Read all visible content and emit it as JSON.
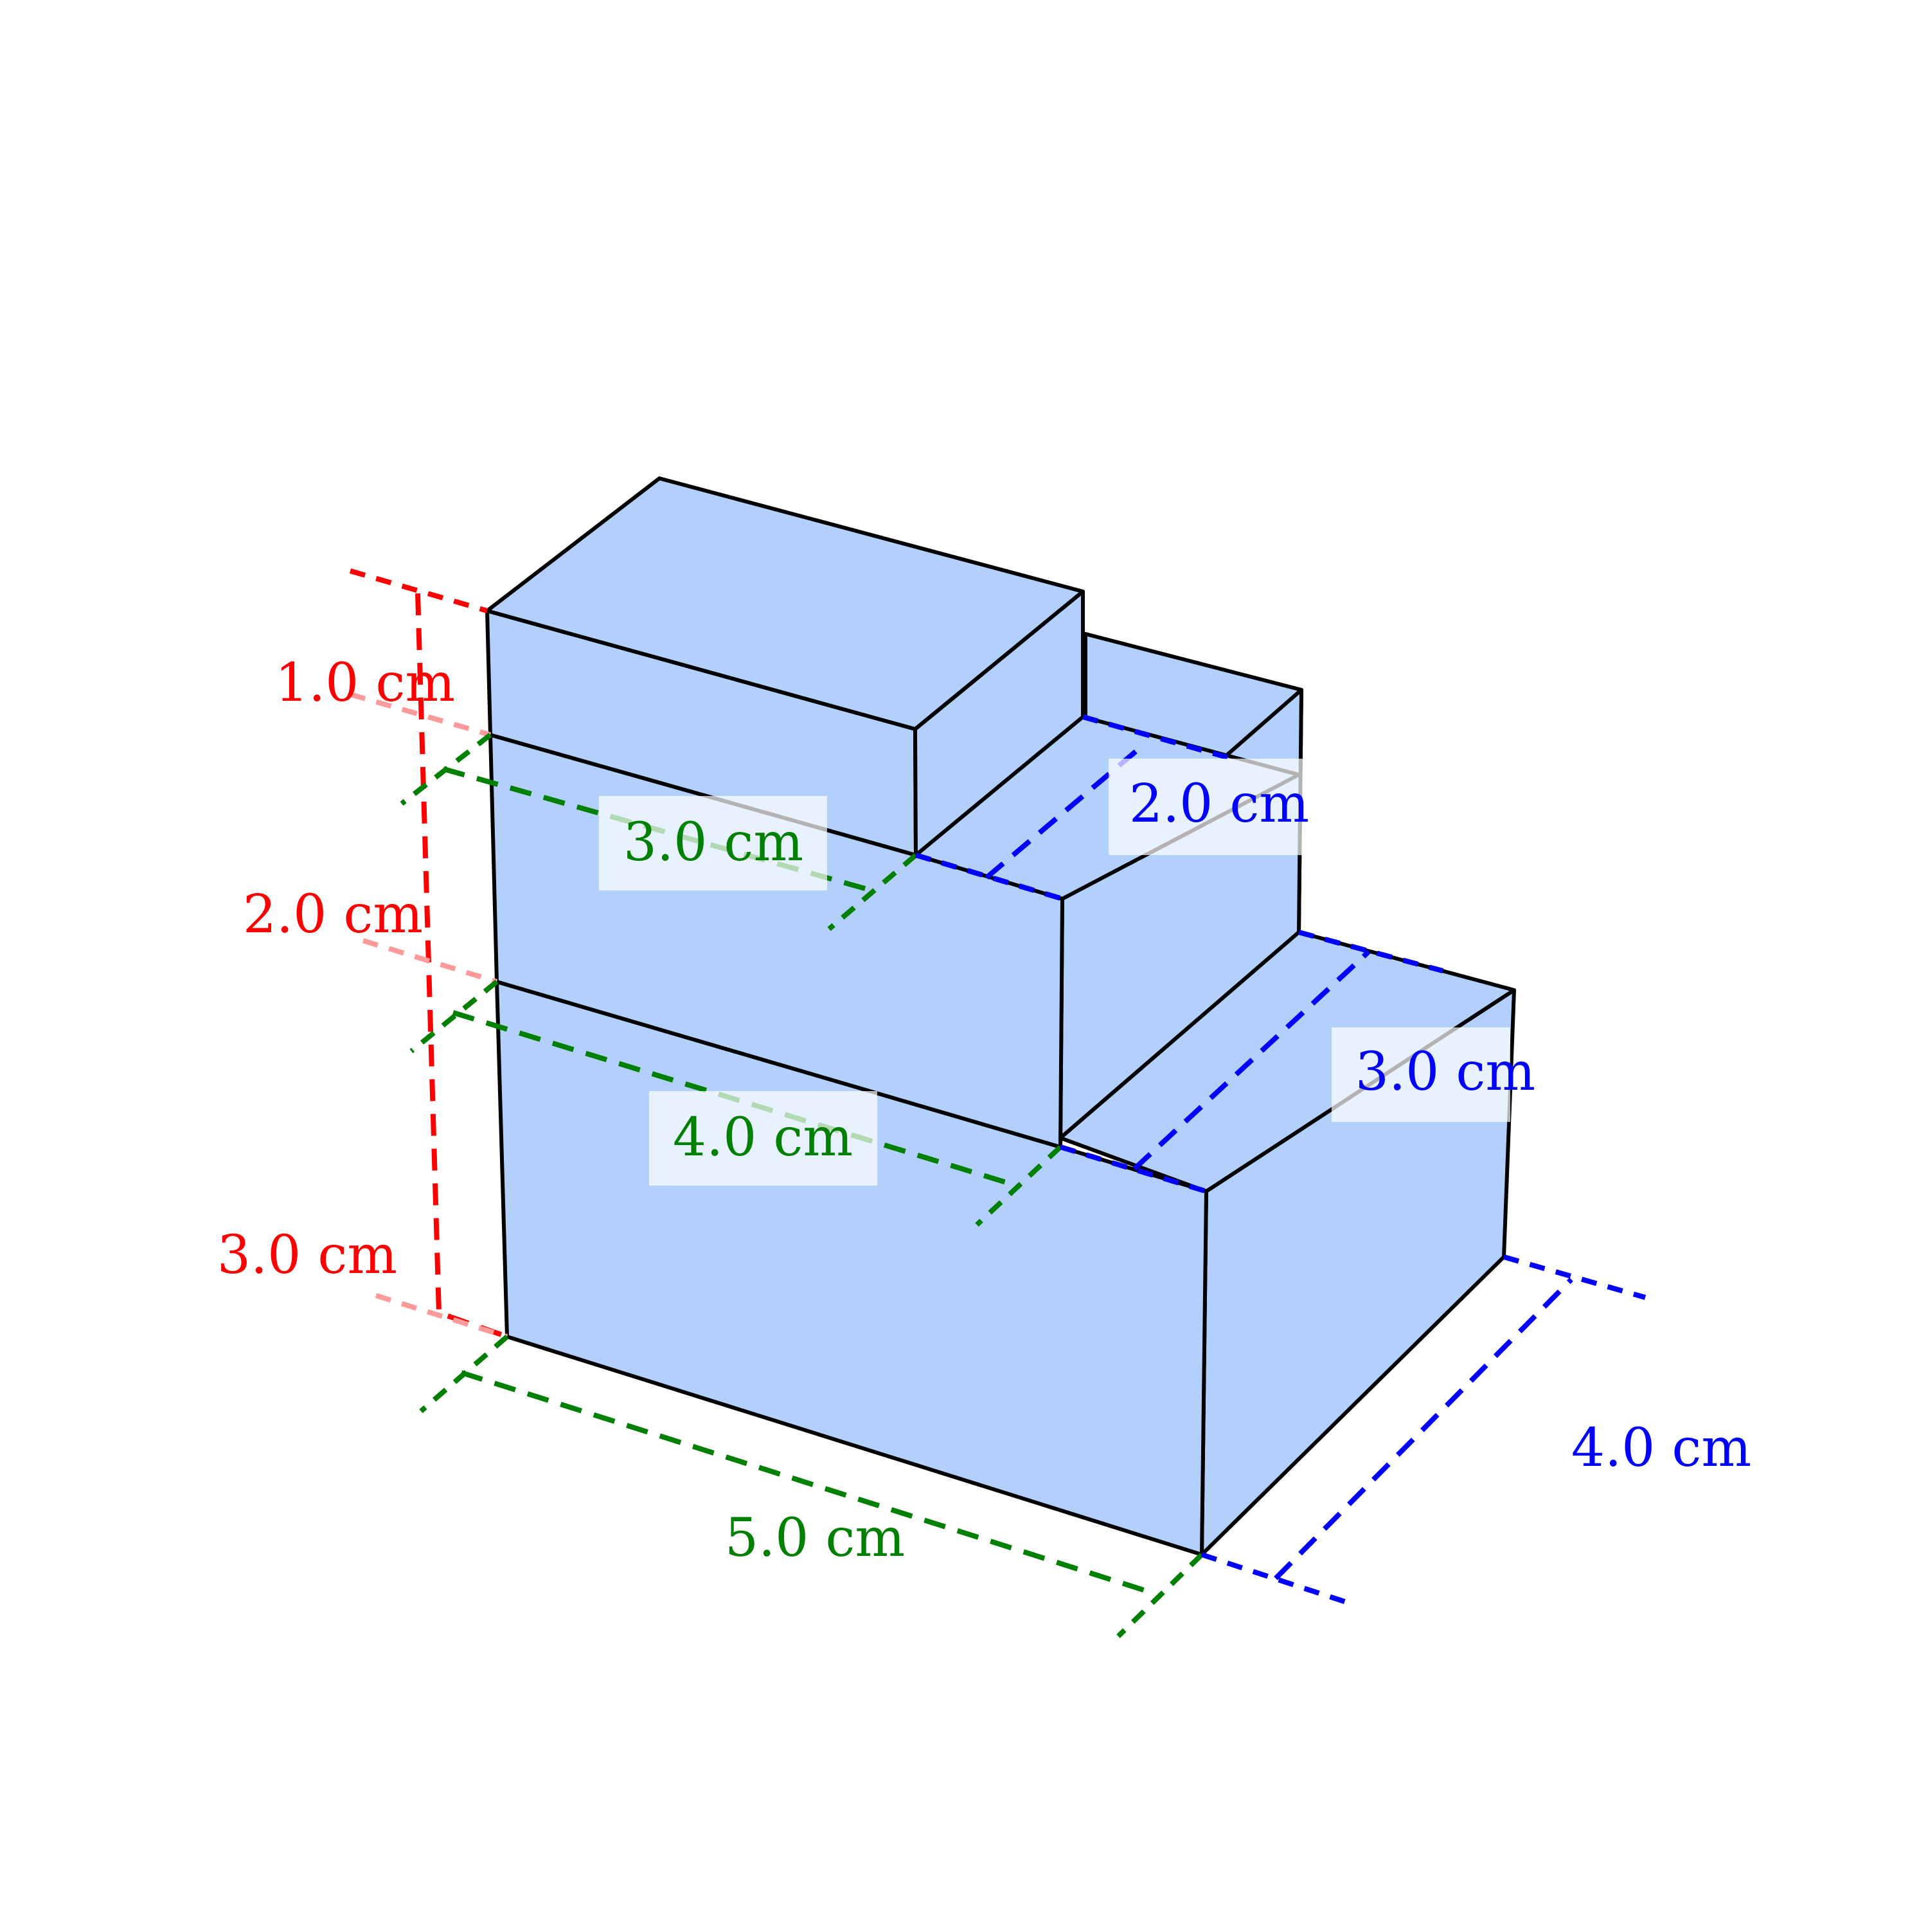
{
  "colors": {
    "face_fill": "#b3cffc",
    "edge": "#000000",
    "height_dims": "#ff0000",
    "width_dims": "#008000",
    "depth_dims": "#0000ff",
    "label_box": "#ffffff"
  },
  "figure": {
    "shape": "stepped stack of three rectangular blocks",
    "tiers": [
      {
        "tier": "bottom",
        "width_cm": 5.0,
        "depth_cm": 4.0,
        "height_cm": 3.0
      },
      {
        "tier": "middle",
        "width_cm": 4.0,
        "depth_cm": 3.0,
        "height_cm": 2.0
      },
      {
        "tier": "top",
        "width_cm": 3.0,
        "depth_cm": 2.0,
        "height_cm": 1.0
      }
    ]
  },
  "labels": {
    "height": {
      "top": "1.0 cm",
      "middle": "2.0 cm",
      "bottom": "3.0 cm"
    },
    "width": {
      "top": "3.0 cm",
      "middle": "4.0 cm",
      "bottom": "5.0 cm"
    },
    "depth": {
      "top": "2.0 cm",
      "middle": "3.0 cm",
      "bottom": "4.0 cm"
    }
  }
}
